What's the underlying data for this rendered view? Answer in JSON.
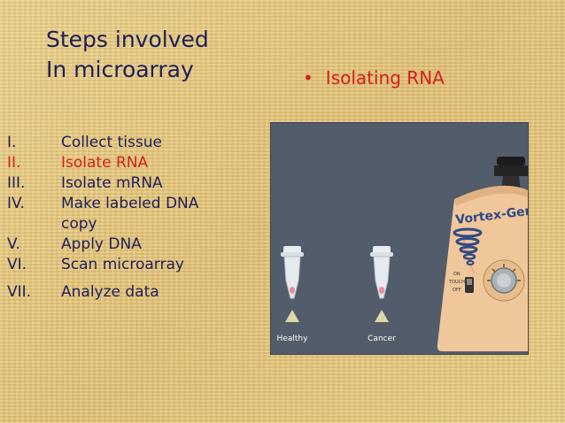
{
  "slide": {
    "title_line1": "Steps involved",
    "title_line2": "In microarray",
    "bullet": "Isolating RNA"
  },
  "steps": [
    {
      "num": "I.",
      "label": "Collect tissue",
      "active": false
    },
    {
      "num": "II.",
      "label": "Isolate RNA",
      "active": true
    },
    {
      "num": "III.",
      "label": "Isolate mRNA",
      "active": false
    },
    {
      "num": "IV.",
      "label": "Make labeled DNA copy",
      "active": false
    },
    {
      "num": "V.",
      "label": "Apply DNA",
      "active": false
    },
    {
      "num": "VI.",
      "label": "Scan microarray",
      "active": false
    },
    {
      "num": "VII.",
      "label": "Analyze data",
      "active": false
    }
  ],
  "illustration": {
    "tube_left_label": "Healthy",
    "tube_right_label": "Cancer",
    "device_label": "Vortex-Genie",
    "switch_on": "ON",
    "switch_touch": "TOUCH",
    "switch_off": "OFF"
  },
  "colors": {
    "title": "#1e1e5a",
    "accent": "#d22020",
    "panel": "#525c6a",
    "device": "#f0c79a"
  }
}
